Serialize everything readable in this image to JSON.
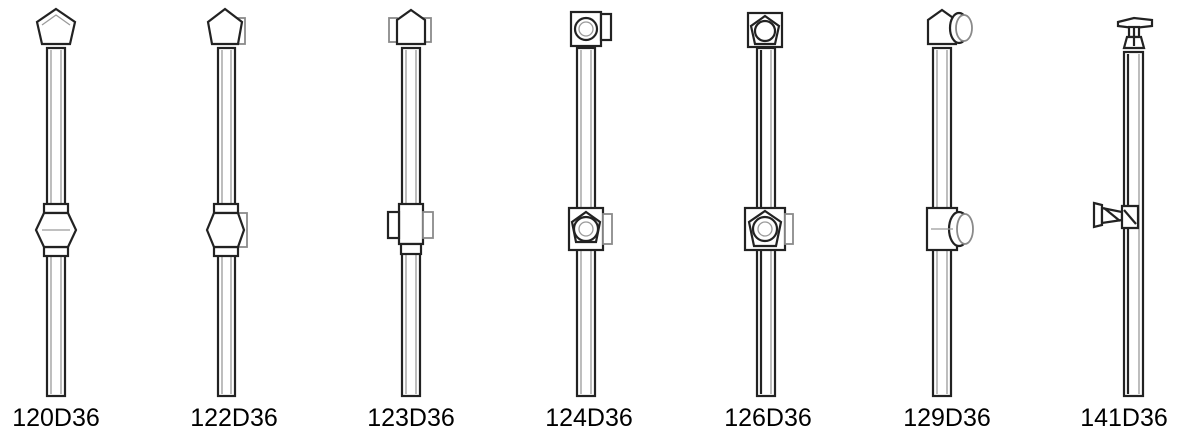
{
  "colors": {
    "line": "#222222",
    "shade": "#9a9a9a",
    "label": "#000000",
    "background": "#ffffff"
  },
  "posts": [
    {
      "code": "120D36",
      "fitting": "ball-ball"
    },
    {
      "code": "122D36",
      "fitting": "ball-side"
    },
    {
      "code": "123D36",
      "fitting": "square-side"
    },
    {
      "code": "124D36",
      "fitting": "ring"
    },
    {
      "code": "126D36",
      "fitting": "ring-square"
    },
    {
      "code": "129D36",
      "fitting": "double-ring"
    },
    {
      "code": "141D36",
      "fitting": "swivel"
    }
  ]
}
